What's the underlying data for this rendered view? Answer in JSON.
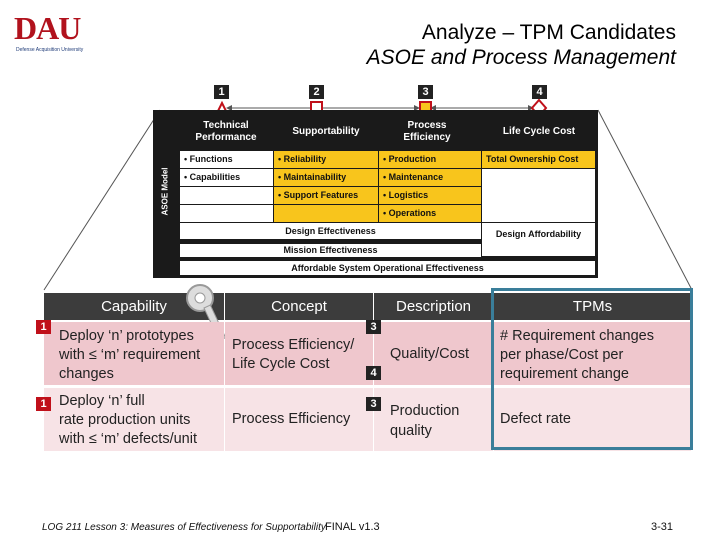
{
  "logo": {
    "word": "DAU",
    "sub": "Defense Acquisition University"
  },
  "title": {
    "line1": "Analyze – TPM Candidates",
    "line2": "ASOE and Process Management"
  },
  "markers": [
    "1",
    "2",
    "3",
    "4"
  ],
  "diagram": {
    "side_label": "ASOE Model",
    "headers": [
      "Technical Performance",
      "Supportability",
      "Process Efficiency",
      "Life Cycle Cost"
    ],
    "col1": [
      "• Functions",
      "• Capabilities"
    ],
    "col2": [
      "• Reliability",
      "• Maintainability",
      "• Support Features"
    ],
    "col3": [
      "• Production",
      "• Maintenance",
      "• Logistics",
      "• Operations"
    ],
    "col4": [
      "Total Ownership Cost"
    ],
    "design_effectiveness": "Design Effectiveness",
    "design_affordability": "Design Affordability",
    "mission_effectiveness": "Mission Effectiveness",
    "affordable_system": "Affordable System Operational Effectiveness"
  },
  "table": {
    "headers": [
      "Capability",
      "Concept",
      "Description",
      "TPMs"
    ],
    "rows": [
      {
        "marker": "1",
        "capability": [
          "Deploy ‘n’ prototypes",
          "with ≤ ‘m’ requirement",
          "changes"
        ],
        "concept": [
          "Process Efficiency/",
          "Life Cycle Cost"
        ],
        "concept_markers": [
          "3",
          "4"
        ],
        "description": "Quality/Cost",
        "tpms": [
          "# Requirement changes",
          "per phase/Cost per",
          "requirement change"
        ]
      },
      {
        "marker": "1",
        "capability": [
          "Deploy ‘n’ full",
          "rate production units",
          "with ≤ ‘m’ defects/unit"
        ],
        "concept": [
          "Process Efficiency"
        ],
        "concept_markers": [
          "3"
        ],
        "description": "Production quality",
        "tpms": [
          "Defect rate"
        ]
      }
    ]
  },
  "footer": {
    "course": "LOG 211 Lesson 3: Measures of Effectiveness for Supportability",
    "status": "FINAL v1.3",
    "page": "3-31"
  },
  "colors": {
    "accent_red": "#c0101a",
    "yellow": "#f8c51c",
    "header_dark": "#3c3c3c",
    "tpm_border": "#3a7e9a"
  }
}
